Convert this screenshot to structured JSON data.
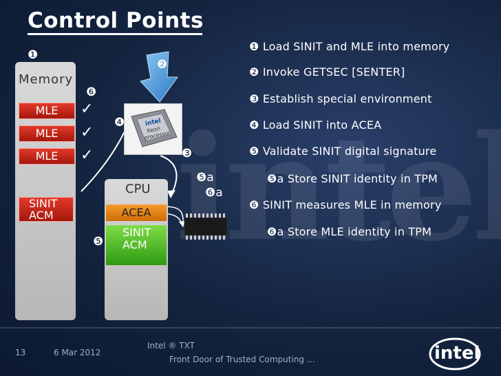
{
  "slide": {
    "title": "Control Points",
    "memory_label": "Memory",
    "mle_blocks": [
      "MLE",
      "MLE",
      "MLE"
    ],
    "check_mark": "✓",
    "sinit_acm_memory": "SINIT ACM",
    "cpu_label": "CPU",
    "acea_label": "ACEA",
    "sinit_acm_cpu": "SINIT ACM",
    "chip_brand": "intel",
    "chip_line1": "Xeon",
    "chip_line2": "processor",
    "watermark": "intel",
    "markers": {
      "m1": "❶",
      "m2": "❷",
      "m3": "❸",
      "m4": "❹",
      "m5": "❺",
      "m6": "❻",
      "m5a": "❺a",
      "m6a": "❻a"
    },
    "bullets": [
      {
        "text": "❶ Load SINIT and MLE into memory"
      },
      {
        "text": "❷ Invoke GETSEC [SENTER]"
      },
      {
        "text": "❸ Establish special environment"
      },
      {
        "text": "❹ Load SINIT into ACEA"
      },
      {
        "text": "❺ Validate SINIT digital signature"
      },
      {
        "text": "❺a Store SINIT identity in TPM"
      },
      {
        "text": "❻ SINIT measures MLE in memory"
      },
      {
        "text": "❻a Store MLE identity in TPM"
      }
    ]
  },
  "footer": {
    "page_number": "13",
    "date": "6 Mar 2012",
    "product": "Intel ® TXT",
    "subtitle": "Front Door of Trusted Computing …",
    "logo_text": "intel"
  },
  "colors": {
    "background": "#14243f",
    "mle_red": "#c0271a",
    "acea_orange": "#e8820f",
    "sinit_green": "#4cbf22",
    "arrow_blue": "#4a9ad8"
  }
}
